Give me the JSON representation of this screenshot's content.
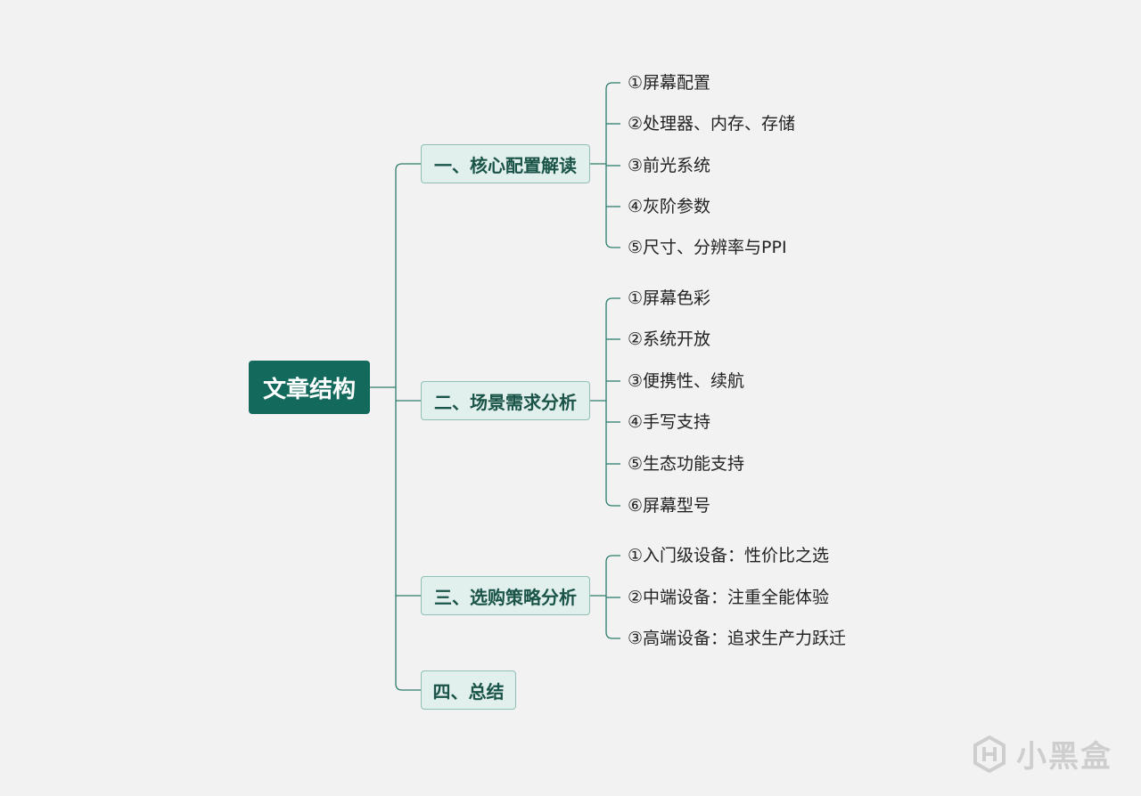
{
  "root": {
    "label": "文章结构"
  },
  "branches": [
    {
      "label": "一、核心配置解读",
      "children": [
        "①屏幕配置",
        "②处理器、内存、存储",
        "③前光系统",
        "④灰阶参数",
        "⑤尺寸、分辨率与PPI"
      ]
    },
    {
      "label": "二、场景需求分析",
      "children": [
        "①屏幕色彩",
        "②系统开放",
        "③便携性、续航",
        "④手写支持",
        "⑤生态功能支持",
        "⑥屏幕型号"
      ]
    },
    {
      "label": "三、选购策略分析",
      "children": [
        "①入门级设备：性价比之选",
        "②中端设备：注重全能体验",
        "③高端设备：追求生产力跃迁"
      ]
    },
    {
      "label": "四、总结",
      "children": []
    }
  ],
  "watermark": {
    "text": "小黑盒",
    "icon": "heybox-logo-icon"
  },
  "colors": {
    "background": "#f2f2f2",
    "root_fill": "#13695b",
    "branch_fill": "#e1efed",
    "branch_border": "#8fbfb6",
    "connector": "#2e7d6d"
  }
}
